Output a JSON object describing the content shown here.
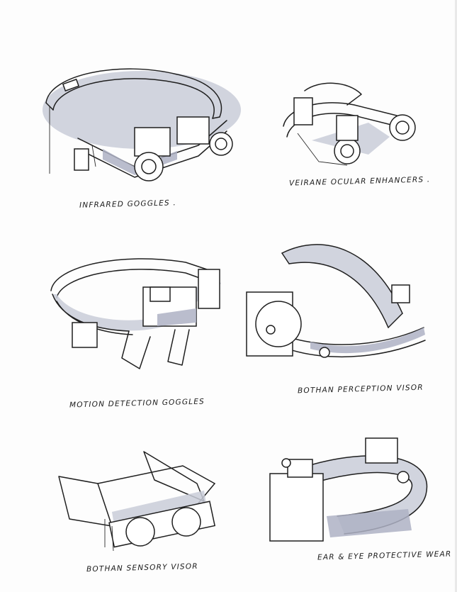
{
  "captions": {
    "infrared": "INFRARED GOGGLES .",
    "veiane": "VEIRANE OCULAR ENHANCERS .",
    "motion": "MOTION DETECTION GOGGLES",
    "bothan_visor": "BOTHAN PERCEPTION VISOR",
    "bothan_sensory": "BOTHAN SENSORY VISOR",
    "ear_eye": "EAR & EYE PROTECTIVE WEAR"
  },
  "colors": {
    "ink": "#1f1f1f",
    "marker_light": "#c9ccd8",
    "marker_dark": "#aeb2c4",
    "paper": "#fdfdfd"
  }
}
